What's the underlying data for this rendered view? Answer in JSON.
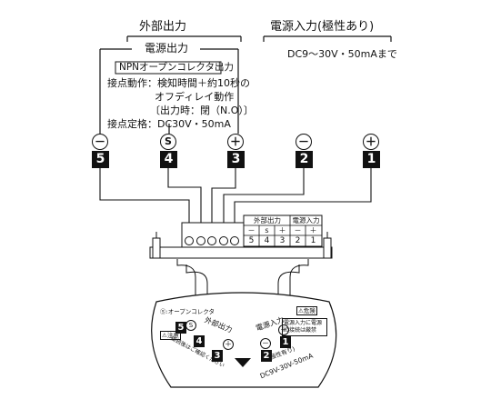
{
  "groups": {
    "external_output": "外部出力",
    "power_input": "電源入力(極性あり)",
    "power_output": "電源出力"
  },
  "power_input_spec": "DC9～30V・50mAまで",
  "npn_box": {
    "title": "NPNオープンコレクタ出力",
    "line1": "接点動作：検知時間＋約10秒の",
    "line2": "オフディレイ動作",
    "line3": "〔出力時：閉（N.O）〕",
    "line4": "接点定格：DC30V・50mA"
  },
  "terminals": [
    {
      "symbol": "－",
      "number": "5"
    },
    {
      "symbol": "S",
      "number": "4"
    },
    {
      "symbol": "＋",
      "number": "3"
    },
    {
      "symbol": "－",
      "number": "2"
    },
    {
      "symbol": "＋",
      "number": "1"
    }
  ],
  "block_table": {
    "header_left": "外部出力",
    "header_right": "電源入力",
    "symbols": [
      "－",
      "s",
      "＋",
      "－",
      "＋"
    ],
    "numbers": [
      "5",
      "4",
      "3",
      "2",
      "1"
    ]
  },
  "plate": {
    "open_collector": "Ⓢ:オープンコレクタ",
    "ext_output": "外部出力",
    "power_input": "電源入力",
    "caution": "⚠注意",
    "danger": "⚠危険",
    "warning_text": "電源入力に電源の接続は厳禁",
    "polarity": "(極性有り)",
    "voltage": "DC9V-30V-50mA",
    "small_text": "接続後はご確認ください",
    "nums": [
      "5",
      "4",
      "3",
      "2",
      "1"
    ],
    "syms": [
      "S",
      "＋",
      "－",
      "＋"
    ]
  }
}
